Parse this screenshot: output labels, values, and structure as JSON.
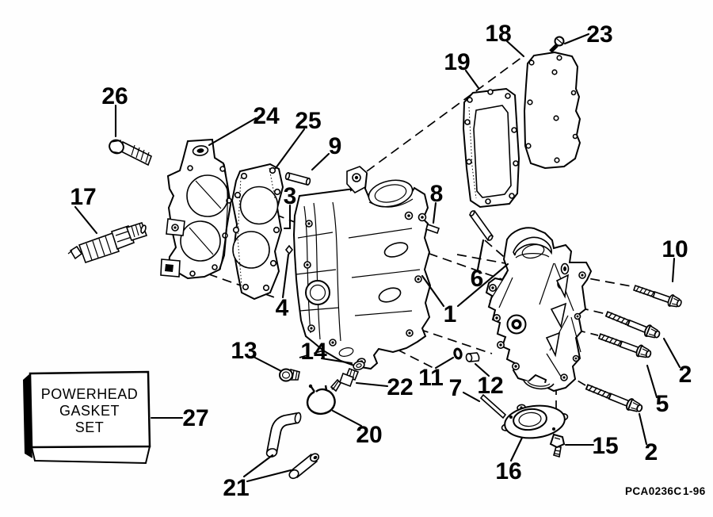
{
  "callouts": {
    "c1": "1",
    "c2a": "2",
    "c2b": "2",
    "c3": "3",
    "c4": "4",
    "c5": "5",
    "c6": "6",
    "c7": "7",
    "c8": "8",
    "c9": "9",
    "c10": "10",
    "c11": "11",
    "c12": "12",
    "c13": "13",
    "c14": "14",
    "c15": "15",
    "c16": "16",
    "c17": "17",
    "c18": "18",
    "c19": "19",
    "c20": "20",
    "c21": "21",
    "c22": "22",
    "c23": "23",
    "c24": "24",
    "c25": "25",
    "c26": "26",
    "c27": "27"
  },
  "gasket_box": {
    "line1": "POWERHEAD",
    "line2": "GASKET",
    "line3": "SET"
  },
  "footer": {
    "id_code": "PCA0236C",
    "date_code": "1-96"
  }
}
